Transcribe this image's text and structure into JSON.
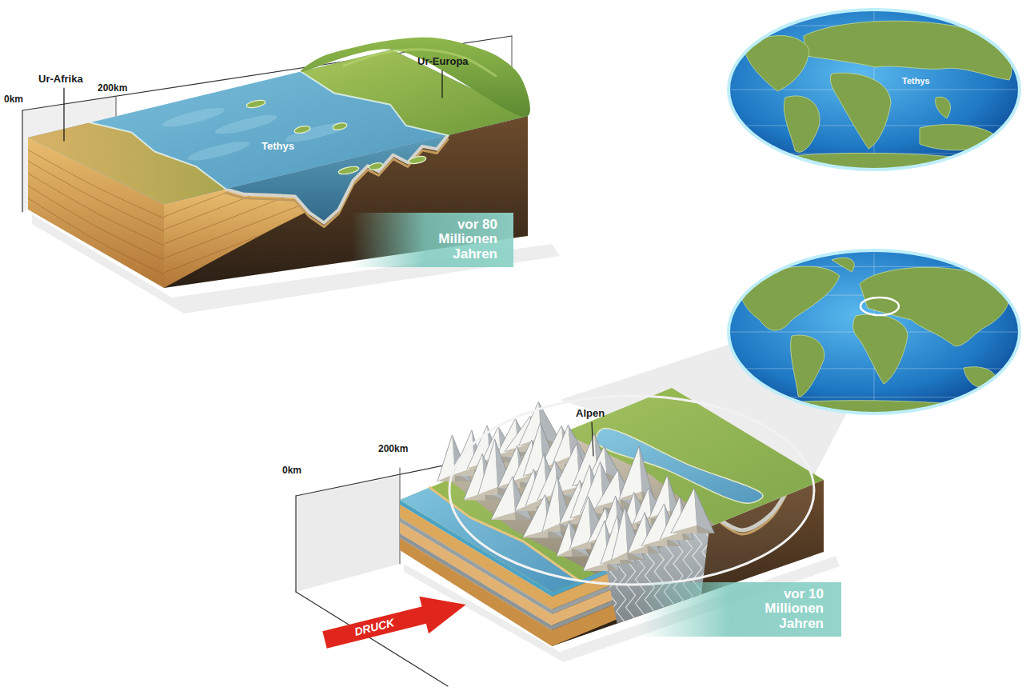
{
  "diagram": {
    "nodes": [
      {
        "text": [
          "vor 80 Millionen Jahren"
        ]
      },
      {
        "text": [
          "DRUCK"
        ]
      },
      {
        "text": [
          "vor 10 Millionen Jahren"
        ]
      }
    ],
    "labels": [
      "Ur-Afrika",
      "200km",
      "0km",
      "Ur-Europa",
      "Tethys",
      "Tethys",
      "Alpen",
      "0km",
      "200km"
    ]
  }
}
